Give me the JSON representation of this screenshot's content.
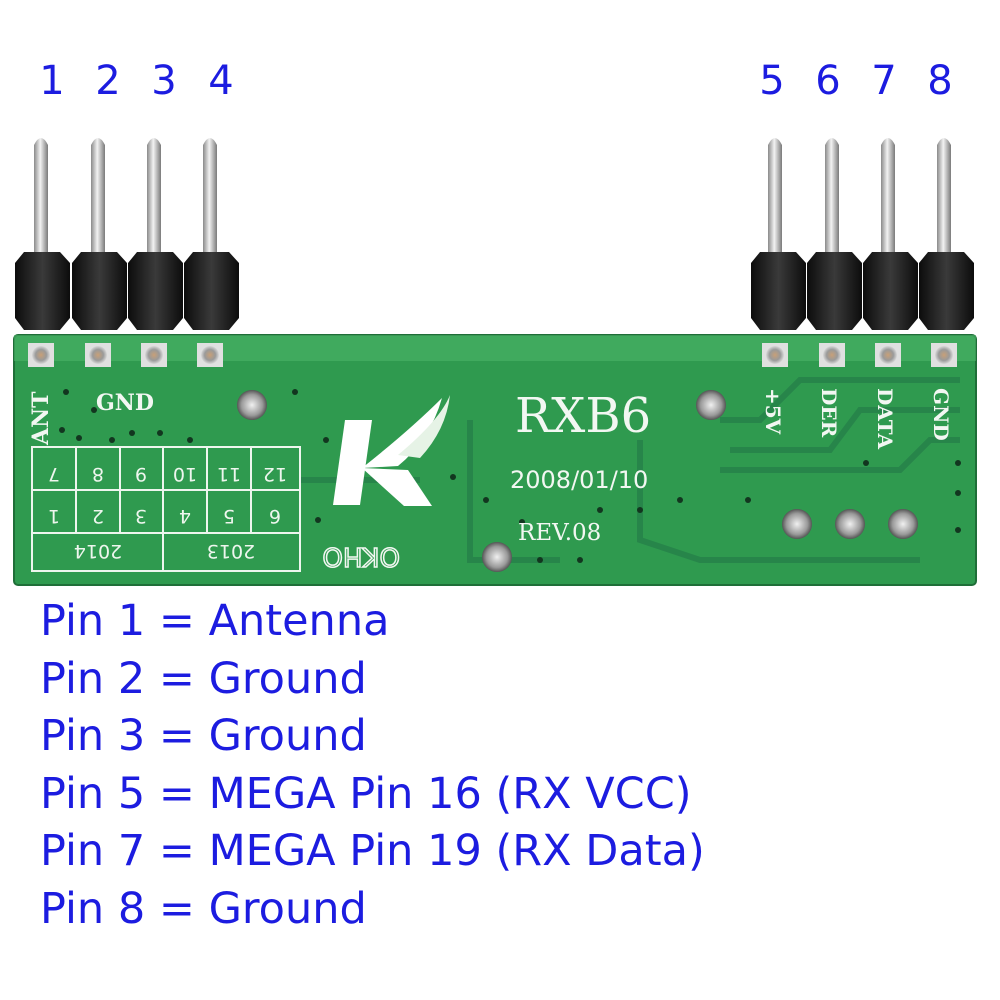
{
  "pin_numbers": [
    "1",
    "2",
    "3",
    "4",
    "5",
    "6",
    "7",
    "8"
  ],
  "board": {
    "model": "RXB6",
    "date": "2008/01/10",
    "revision": "REV.08",
    "labels_left": {
      "ant": "ANT",
      "gnd": "GND"
    },
    "labels_right": [
      "+5V",
      "DER",
      "DATA",
      "GND"
    ],
    "grid_top_row": [
      "7",
      "8",
      "9",
      "10",
      "11",
      "12"
    ],
    "grid_bottom_row": [
      "1",
      "2",
      "3",
      "4",
      "5",
      "6"
    ],
    "year_left": "2014",
    "year_right": "2013",
    "stamp": "OKHO"
  },
  "pin_descriptions": [
    "Pin 1 = Antenna",
    "Pin 2 = Ground",
    "Pin 3 = Ground",
    "Pin 5 = MEGA Pin 16 (RX VCC)",
    "Pin 7 = MEGA Pin 19 (RX Data)",
    "Pin 8 = Ground"
  ],
  "colors": {
    "text": "#1c1ce0",
    "pcb": "#2f9a4f",
    "header": "#1b1b1b"
  }
}
